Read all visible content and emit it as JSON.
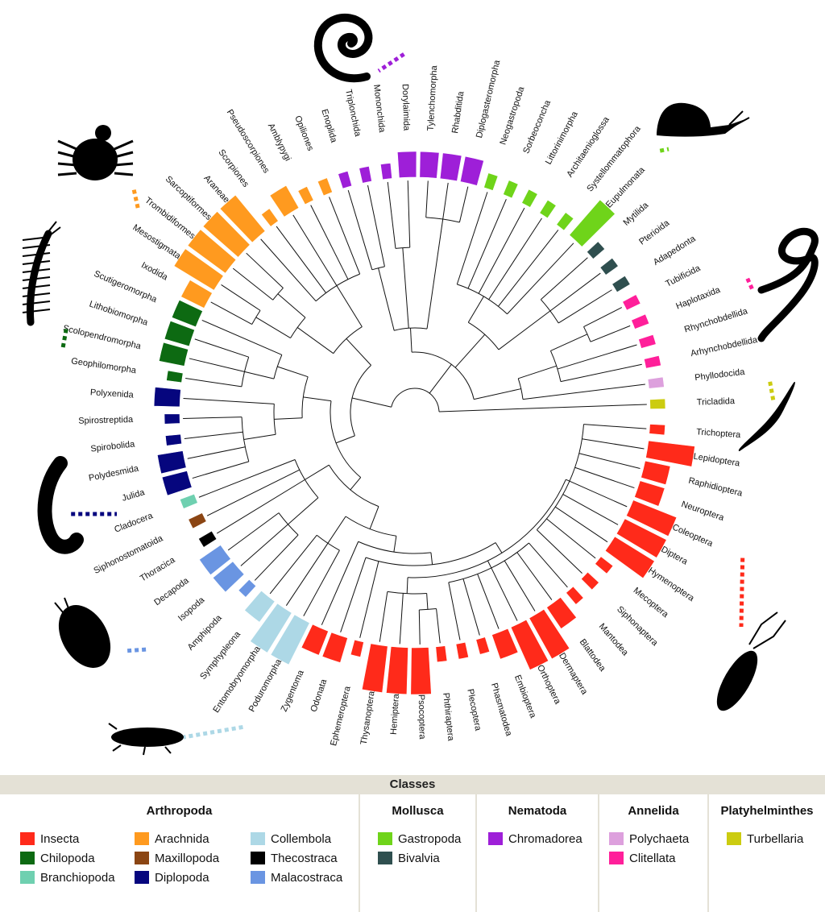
{
  "tips": [
    {
      "name": "Tricladida",
      "cls": "Turbellaria"
    },
    {
      "name": "Phyllodocida",
      "cls": "Polychaeta"
    },
    {
      "name": "Arhynchobdellida",
      "cls": "Clitellata"
    },
    {
      "name": "Rhynchobdellida",
      "cls": "Clitellata"
    },
    {
      "name": "Haplotaxida",
      "cls": "Clitellata"
    },
    {
      "name": "Tubificida",
      "cls": "Clitellata"
    },
    {
      "name": "Adapedonta",
      "cls": "Bivalvia"
    },
    {
      "name": "Pterioida",
      "cls": "Bivalvia"
    },
    {
      "name": "Mytilida",
      "cls": "Bivalvia"
    },
    {
      "name": "Eupulmonata",
      "cls": "Gastropoda"
    },
    {
      "name": "Systellommatophora",
      "cls": "Gastropoda"
    },
    {
      "name": "Architaenioglossa",
      "cls": "Gastropoda"
    },
    {
      "name": "Littorinimorpha",
      "cls": "Gastropoda"
    },
    {
      "name": "Sorbeoconcha",
      "cls": "Gastropoda"
    },
    {
      "name": "Neogastropoda",
      "cls": "Gastropoda"
    },
    {
      "name": "Diplogasteromorpha",
      "cls": "Chromadorea"
    },
    {
      "name": "Rhabditida",
      "cls": "Chromadorea"
    },
    {
      "name": "Tylenchomorpha",
      "cls": "Chromadorea"
    },
    {
      "name": "Dorylaimida",
      "cls": "Chromadorea"
    },
    {
      "name": "Mononchida",
      "cls": "Chromadorea"
    },
    {
      "name": "Triplonchida",
      "cls": "Chromadorea"
    },
    {
      "name": "Enoplida",
      "cls": "Chromadorea"
    },
    {
      "name": "Opiliones",
      "cls": "Arachnida"
    },
    {
      "name": "Amblypygi",
      "cls": "Arachnida"
    },
    {
      "name": "Pseudoscorpiones",
      "cls": "Arachnida"
    },
    {
      "name": "Scorpiones",
      "cls": "Arachnida"
    },
    {
      "name": "Araneae",
      "cls": "Arachnida"
    },
    {
      "name": "Sarcoptiformes",
      "cls": "Arachnida"
    },
    {
      "name": "Trombidiformes",
      "cls": "Arachnida"
    },
    {
      "name": "Mesostigmata",
      "cls": "Arachnida"
    },
    {
      "name": "Ixodida",
      "cls": "Arachnida"
    },
    {
      "name": "Scutigeromorpha",
      "cls": "Chilopoda"
    },
    {
      "name": "Lithobiomorpha",
      "cls": "Chilopoda"
    },
    {
      "name": "Scolopendromorpha",
      "cls": "Chilopoda"
    },
    {
      "name": "Geophilomorpha",
      "cls": "Chilopoda"
    },
    {
      "name": "Polyxenida",
      "cls": "Diplopoda"
    },
    {
      "name": "Spirostreptida",
      "cls": "Diplopoda"
    },
    {
      "name": "Spirobolida",
      "cls": "Diplopoda"
    },
    {
      "name": "Polydesmida",
      "cls": "Diplopoda"
    },
    {
      "name": "Julida",
      "cls": "Diplopoda"
    },
    {
      "name": "Cladocera",
      "cls": "Branchiopoda"
    },
    {
      "name": "Siphonostomatoida",
      "cls": "Maxillopoda"
    },
    {
      "name": "Thoracica",
      "cls": "Thecostraca"
    },
    {
      "name": "Decapoda",
      "cls": "Malacostraca"
    },
    {
      "name": "Isopoda",
      "cls": "Malacostraca"
    },
    {
      "name": "Amphipoda",
      "cls": "Malacostraca"
    },
    {
      "name": "Symphypleona",
      "cls": "Collembola"
    },
    {
      "name": "Entomobryomorpha",
      "cls": "Collembola"
    },
    {
      "name": "Poduromorpha",
      "cls": "Collembola"
    },
    {
      "name": "Zygentoma",
      "cls": "Insecta"
    },
    {
      "name": "Odonata",
      "cls": "Insecta"
    },
    {
      "name": "Ephemeroptera",
      "cls": "Insecta"
    },
    {
      "name": "Thysanoptera",
      "cls": "Insecta"
    },
    {
      "name": "Hemiptera",
      "cls": "Insecta"
    },
    {
      "name": "Psocoptera",
      "cls": "Insecta"
    },
    {
      "name": "Phthiraptera",
      "cls": "Insecta"
    },
    {
      "name": "Plecoptera",
      "cls": "Insecta"
    },
    {
      "name": "Phasmatodea",
      "cls": "Insecta"
    },
    {
      "name": "Embioptera",
      "cls": "Insecta"
    },
    {
      "name": "Orthoptera",
      "cls": "Insecta"
    },
    {
      "name": "Dermaptera",
      "cls": "Insecta"
    },
    {
      "name": "Blattodea",
      "cls": "Insecta"
    },
    {
      "name": "Mantodea",
      "cls": "Insecta"
    },
    {
      "name": "Siphonaptera",
      "cls": "Insecta"
    },
    {
      "name": "Mecoptera",
      "cls": "Insecta"
    },
    {
      "name": "Hymenoptera",
      "cls": "Insecta"
    },
    {
      "name": "Diptera",
      "cls": "Insecta"
    },
    {
      "name": "Coleoptera",
      "cls": "Insecta"
    },
    {
      "name": "Neuroptera",
      "cls": "Insecta"
    },
    {
      "name": "Raphidioptera",
      "cls": "Insecta"
    },
    {
      "name": "Lepidoptera",
      "cls": "Insecta"
    },
    {
      "name": "Trichoptera",
      "cls": "Insecta"
    }
  ],
  "bar_levels": {
    "Tricladida": 1,
    "Phyllodocida": 1,
    "Arhynchobdellida": 1,
    "Rhynchobdellida": 1,
    "Haplotaxida": 1,
    "Tubificida": 1,
    "Adapedonta": 1,
    "Pterioida": 1,
    "Mytilida": 1,
    "Eupulmonata": 4,
    "Systellommatophora": 1,
    "Architaenioglossa": 1,
    "Littorinimorpha": 1,
    "Sorbeoconcha": 1,
    "Neogastropoda": 1,
    "Diplogasteromorpha": 2,
    "Rhabditida": 2,
    "Tylenchomorpha": 2,
    "Dorylaimida": 2,
    "Mononchida": 1,
    "Triplonchida": 1,
    "Enoplida": 1,
    "Opiliones": 1,
    "Amblypygi": 1,
    "Pseudoscorpiones": 2,
    "Scorpiones": 1,
    "Araneae": 4,
    "Sarcoptiformes": 4,
    "Trombidiformes": 4,
    "Mesostigmata": 4,
    "Ixodida": 2,
    "Scutigeromorpha": 2,
    "Lithobiomorpha": 2,
    "Scolopendromorpha": 2,
    "Geophilomorpha": 1,
    "Polyxenida": 2,
    "Spirostreptida": 1,
    "Spirobolida": 1,
    "Polydesmida": 2,
    "Julida": 2,
    "Cladocera": 1,
    "Siphonostomatoida": 1,
    "Thoracica": 1,
    "Decapoda": 2,
    "Isopoda": 2,
    "Amphipoda": 1,
    "Symphypleona": 2,
    "Entomobryomorpha": 4,
    "Poduromorpha": 4,
    "Zygentoma": 2,
    "Odonata": 2,
    "Ephemeroptera": 1,
    "Thysanoptera": 4,
    "Hemiptera": 4,
    "Psocoptera": 4,
    "Phthiraptera": 1,
    "Plecoptera": 1,
    "Phasmatodea": 1,
    "Embioptera": 2,
    "Orthoptera": 4,
    "Dermaptera": 4,
    "Blattodea": 2,
    "Mantodea": 1,
    "Siphonaptera": 1,
    "Mecoptera": 1,
    "Hymenoptera": 4,
    "Diptera": 4,
    "Coleoptera": 4,
    "Neuroptera": 2,
    "Raphidioptera": 2,
    "Lepidoptera": 4,
    "Trichoptera": 1
  },
  "class_colors": {
    "Insecta": "#ff2a1a",
    "Chilopoda": "#0d6a12",
    "Branchiopoda": "#6fd0b0",
    "Arachnida": "#ff9a1f",
    "Maxillopoda": "#8b4513",
    "Diplopoda": "#06067e",
    "Collembola": "#add8e6",
    "Thecostraca": "#000000",
    "Malacostraca": "#6a95e2",
    "Gastropoda": "#6fd41a",
    "Bivalvia": "#2f4f4f",
    "Chromadorea": "#9e1fd8",
    "Polychaeta": "#dda0dd",
    "Clitellata": "#ff1f9a",
    "Turbellaria": "#cccc10"
  },
  "silhouettes": [
    {
      "name": "nematode-silhouette",
      "cls": "Chromadorea"
    },
    {
      "name": "snail-silhouette",
      "cls": "Gastropoda"
    },
    {
      "name": "earthworm-silhouette",
      "cls": "Clitellata"
    },
    {
      "name": "flatworm-silhouette",
      "cls": "Turbellaria"
    },
    {
      "name": "beetle-silhouette",
      "cls": "Insecta"
    },
    {
      "name": "springtail-silhouette",
      "cls": "Collembola"
    },
    {
      "name": "woodlouse-silhouette",
      "cls": "Malacostraca"
    },
    {
      "name": "millipede-silhouette",
      "cls": "Diplopoda"
    },
    {
      "name": "centipede-silhouette",
      "cls": "Chilopoda"
    },
    {
      "name": "mite-silhouette",
      "cls": "Arachnida"
    }
  ],
  "legend": {
    "title": "Classes",
    "groups": [
      {
        "title": "Arthropoda",
        "items": [
          "Insecta",
          "Chilopoda",
          "Branchiopoda",
          "Arachnida",
          "Maxillopoda",
          "Diplopoda",
          "Collembola",
          "Thecostraca",
          "Malacostraca"
        ]
      },
      {
        "title": "Mollusca",
        "items": [
          "Gastropoda",
          "Bivalvia"
        ]
      },
      {
        "title": "Nematoda",
        "items": [
          "Chromadorea"
        ]
      },
      {
        "title": "Annelida",
        "items": [
          "Polychaeta",
          "Clitellata"
        ]
      },
      {
        "title": "Platyhelminthes",
        "items": [
          "Turbellaria"
        ]
      }
    ]
  }
}
